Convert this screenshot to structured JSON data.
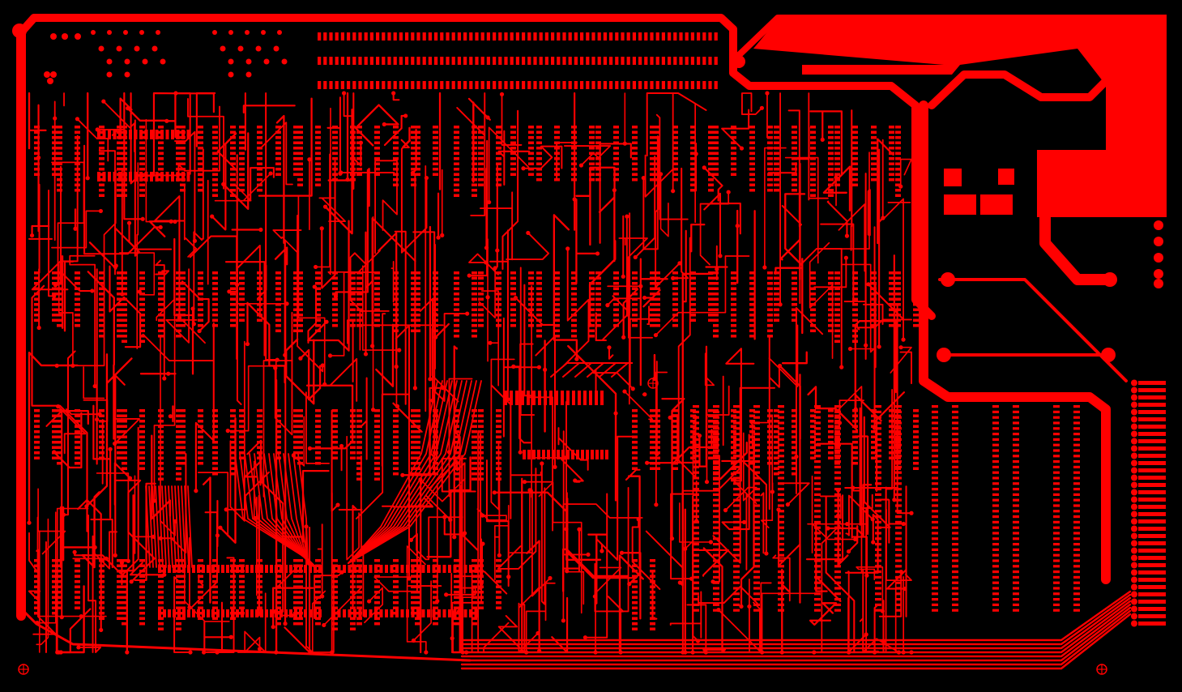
{
  "board": {
    "background_color": "#000000",
    "copper_color": "#ff0000",
    "layer": "top-copper",
    "fiducial_count": 3,
    "edge_connector_count": 2
  }
}
